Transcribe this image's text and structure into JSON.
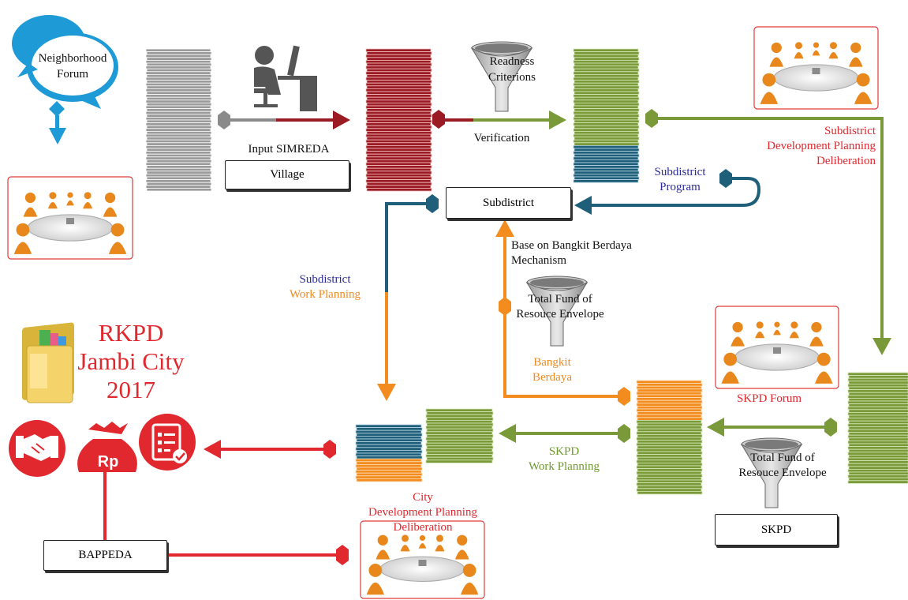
{
  "nodes": {
    "neighborhood_forum": "Neighborhood Forum",
    "village": "Village",
    "subdistrict": "Subdistrict",
    "skpd": "SKPD",
    "bappeda": "BAPPEDA"
  },
  "labels": {
    "input_simreda": "Input SIMREDA",
    "readiness_criterions": "Readness Criterions",
    "verification": "Verification",
    "subdistrict_dev_planning": [
      "Subdistrict",
      "Development Planning",
      "Deliberation"
    ],
    "subdistrict_program": [
      "Subdistrict",
      "Program"
    ],
    "bangkit_mechanism": [
      "Base on Bangkit Berdaya",
      "Mechanism"
    ],
    "total_fund_1": [
      "Total Fund of",
      "Resouce Envelope"
    ],
    "total_fund_2": [
      "Total Fund of",
      "Resouce Envelope"
    ],
    "subdistrict_work_planning": [
      "Subdistrict",
      "Work Planning"
    ],
    "bangkit_berdaya": [
      "Bangkit",
      "Berdaya"
    ],
    "skpd_forum": "SKPD Forum",
    "skpd_work_planning": [
      "SKPD",
      "Work Planning"
    ],
    "city_dev_planning": [
      "City",
      "Development Planning",
      "Deliberation"
    ],
    "rkpd": [
      "RKPD",
      "Jambi City",
      "2017"
    ],
    "rp": "Rp"
  },
  "icons": [
    "speech-bubbles-icon",
    "computer-user-icon",
    "meeting-table-icon",
    "funnel-icon",
    "folder-icon",
    "handshake-icon",
    "money-bag-icon",
    "checklist-icon"
  ],
  "colors": {
    "red": "#e0282e",
    "dark_red": "#9b1b25",
    "green": "#7a9a3a",
    "teal": "#1f5f7a",
    "orange": "#f28c1f",
    "gray": "#8a8a8a",
    "sky": "#1e9ad6",
    "blue_text": "#2b2b9a"
  }
}
